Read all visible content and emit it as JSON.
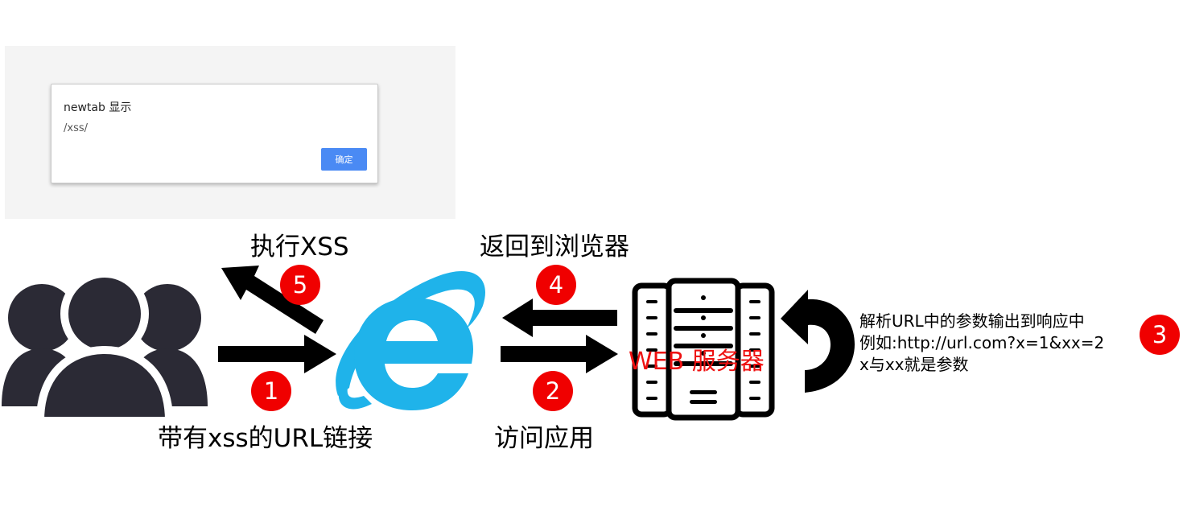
{
  "alert": {
    "title": "newtab 显示",
    "message": "/xss/",
    "ok_button": "确定"
  },
  "labels": {
    "execute": "执行XSS",
    "return": "返回到浏览器",
    "link": "带有xss的URL链接",
    "access": "访问应用",
    "server": "WEB 服务器"
  },
  "note": {
    "line1": "解析URL中的参数输出到响应中",
    "line2": "例如:http://url.com?x=1&xx=2",
    "line3": "x与xx就是参数"
  },
  "steps": {
    "s1": "1",
    "s2": "2",
    "s3": "3",
    "s4": "4",
    "s5": "5"
  },
  "colors": {
    "badge": "#f00000",
    "ie_blue": "#1fb3ea",
    "users": "#2b2a35",
    "server_label": "#ee1111",
    "ok_button": "#4a8af4"
  },
  "icons": {
    "users": "users-group-icon",
    "browser": "internet-explorer-icon",
    "server": "server-rack-icon",
    "loop": "curved-return-arrow-icon"
  }
}
